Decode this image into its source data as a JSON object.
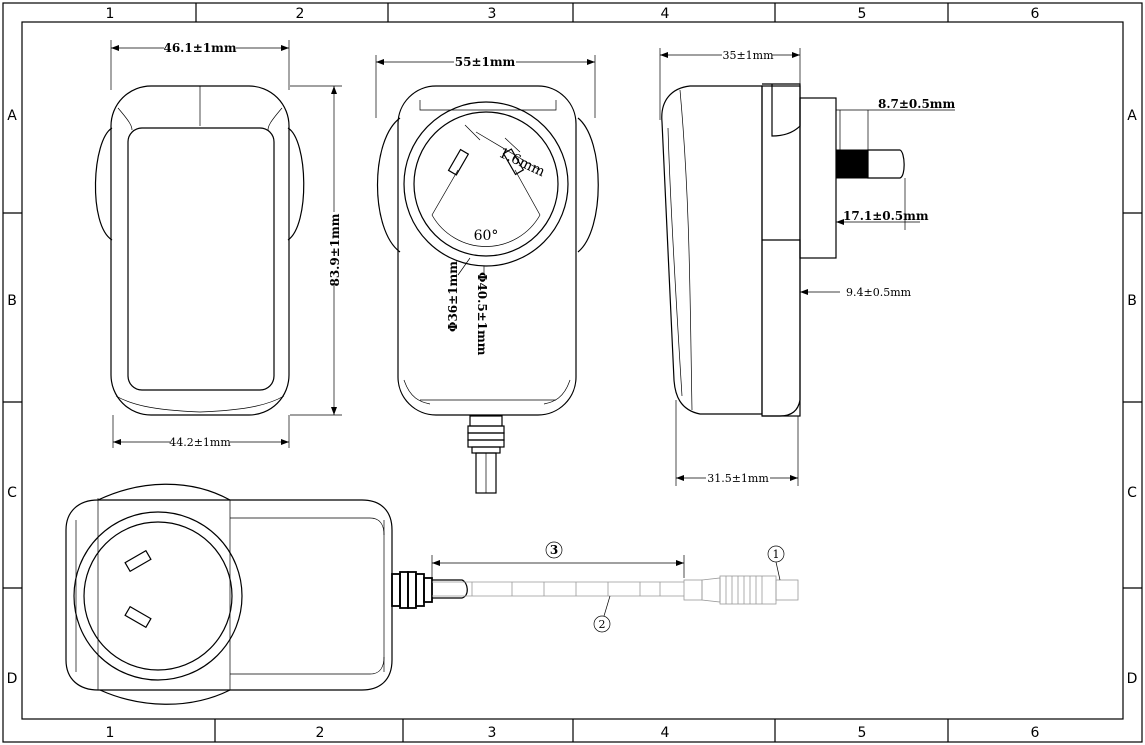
{
  "border": {
    "columns": [
      "1",
      "2",
      "3",
      "4",
      "5",
      "6"
    ],
    "rows": [
      "A",
      "B",
      "C",
      "D"
    ]
  },
  "front_view": {
    "width_top": "46.1±1mm",
    "width_bottom": "44.2±1mm",
    "height": "83.9±1mm"
  },
  "back_view": {
    "width": "55±1mm",
    "pin_width": "1.6mm",
    "angle": "60°",
    "inner_diameter": "Φ36±1mm",
    "outer_diameter": "Φ40.5±1mm"
  },
  "side_view": {
    "depth_top": "35±1mm",
    "depth_bottom": "31.5±1mm",
    "pin_thickness": "8.7±0.5mm",
    "pin_length": "17.1±0.5mm",
    "pin_offset": "9.4±0.5mm"
  },
  "bottom_view": {
    "callout_1": "1",
    "callout_2": "2",
    "callout_3": "3"
  }
}
